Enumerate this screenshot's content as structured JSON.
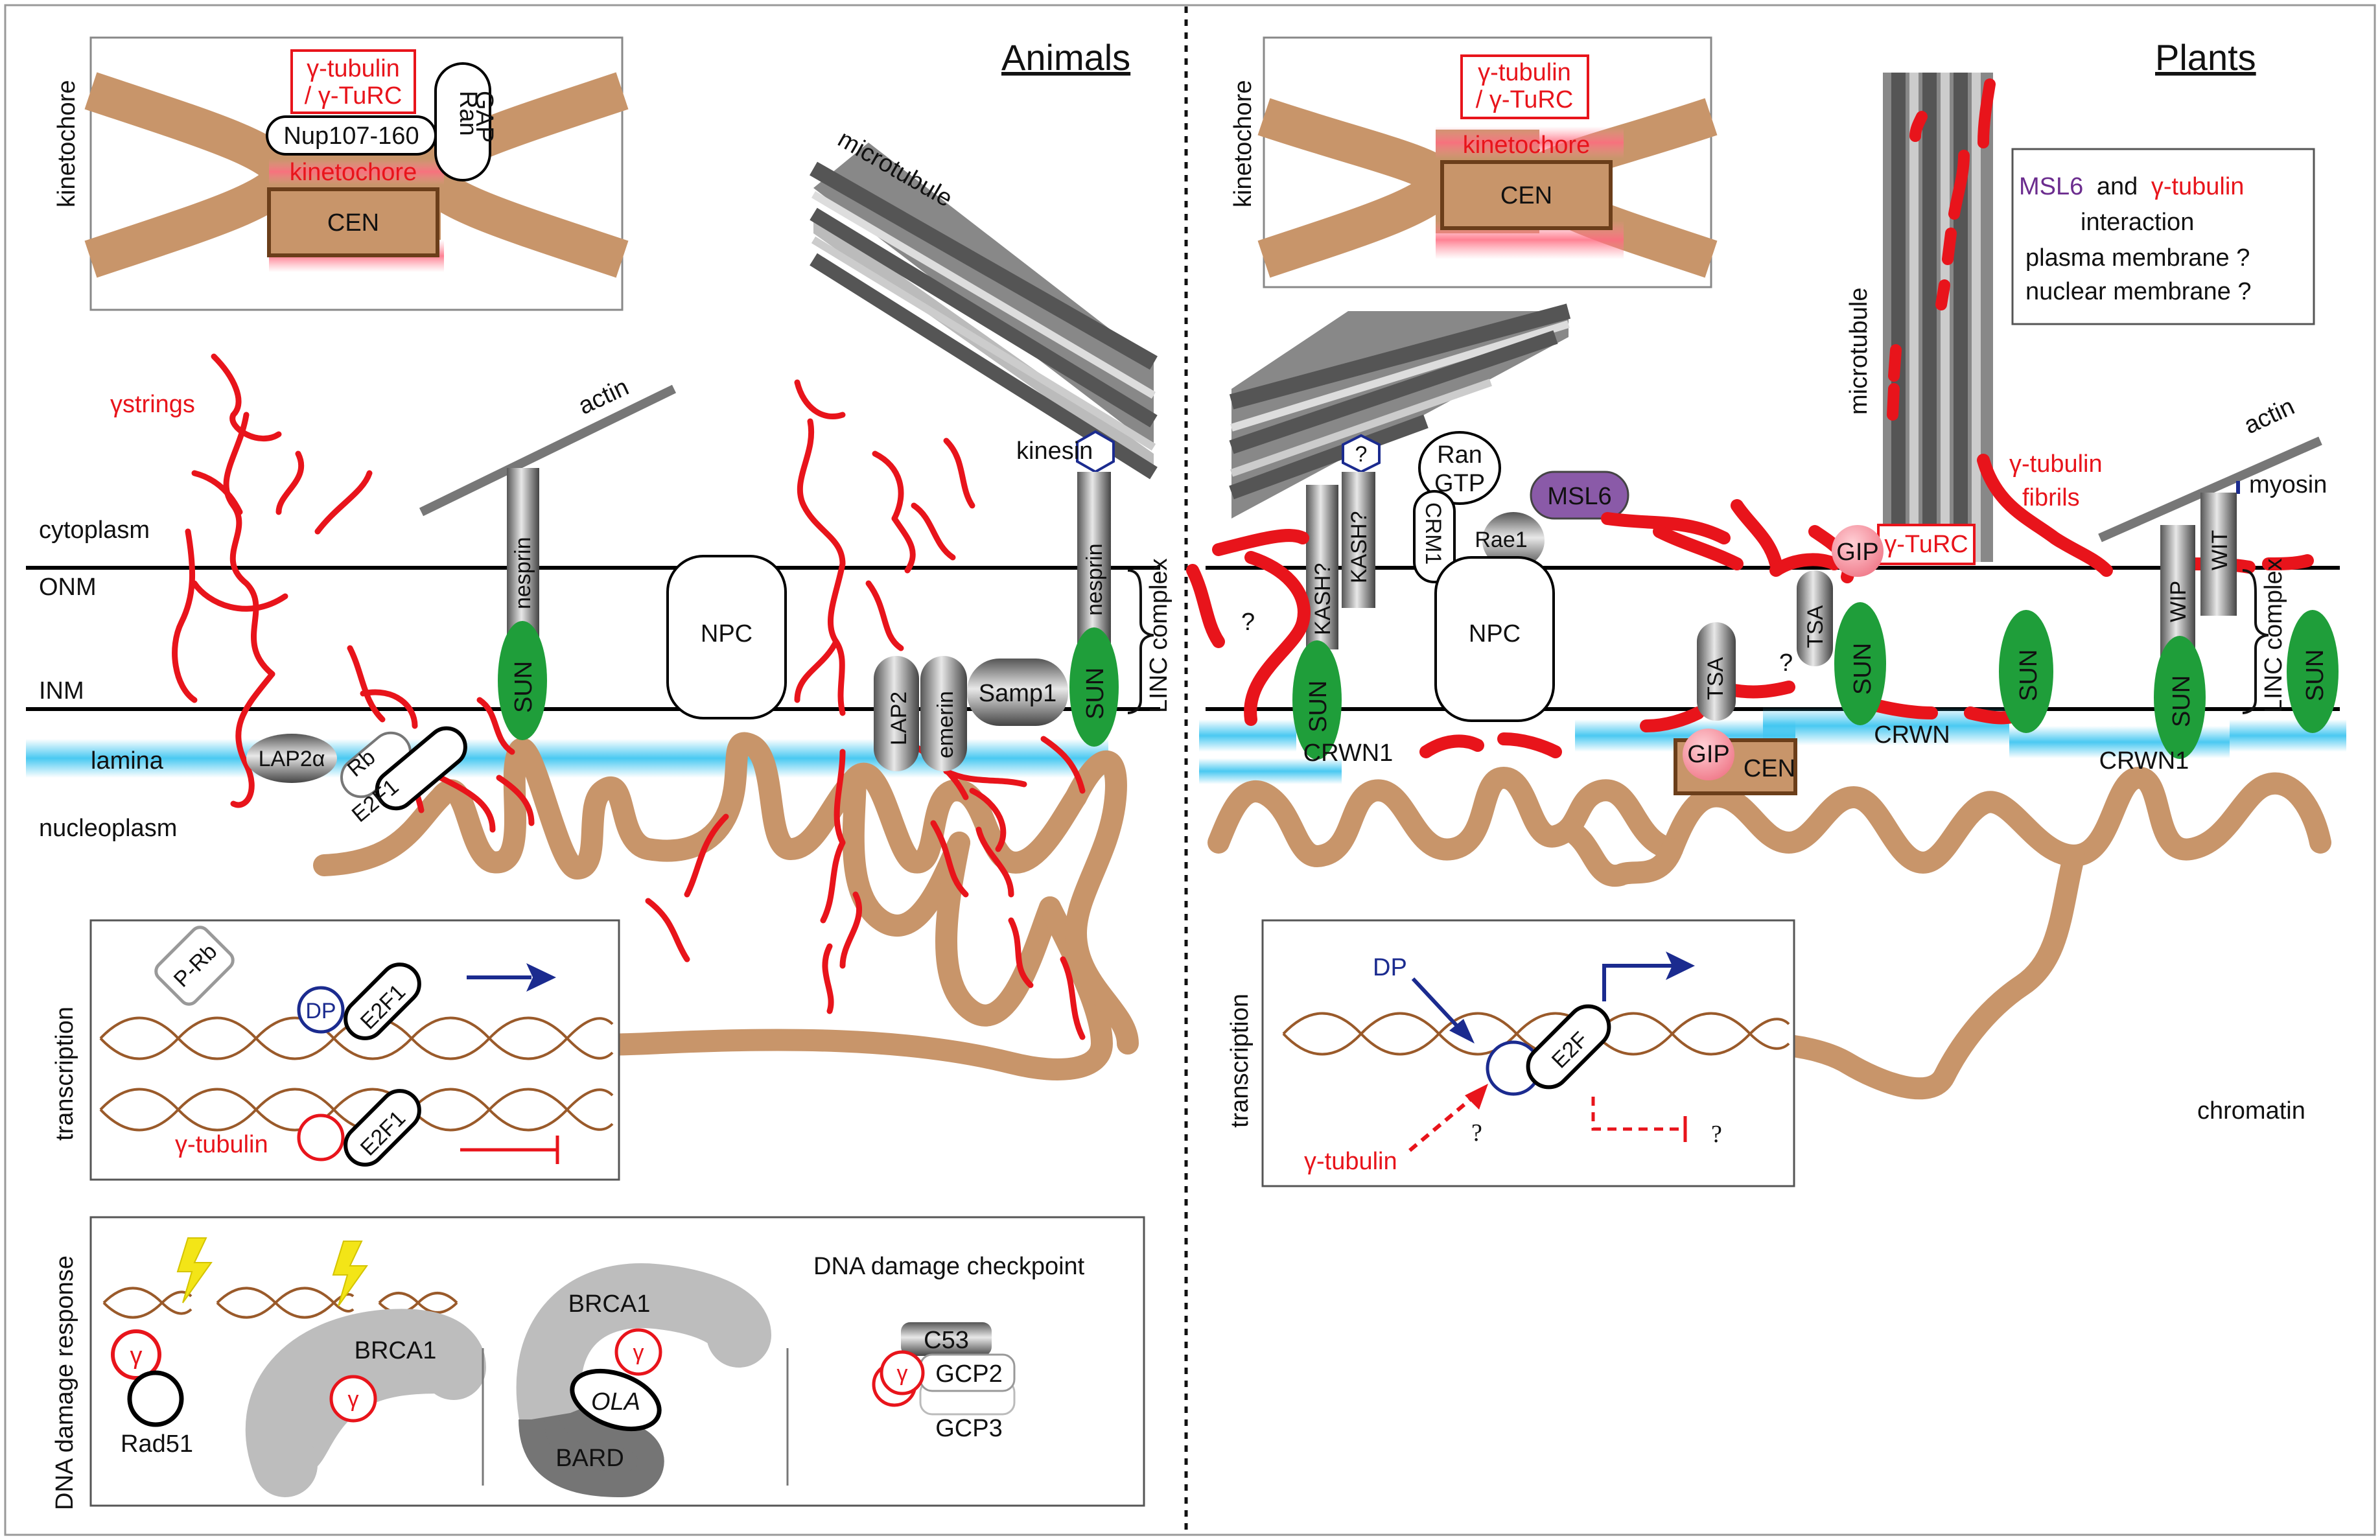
{
  "panels": {
    "animals_title": "Animals",
    "plants_title": "Plants"
  },
  "side_labels": {
    "kinetochore_left": "kinetochore",
    "kinetochore_right": "kinetochore",
    "transcription_left": "transcription",
    "transcription_right": "transcription",
    "dna_damage": "DNA damage response"
  },
  "layers": {
    "cytoplasm": "cytoplasm",
    "onm": "ONM",
    "inm": "INM",
    "lamina": "lamina",
    "nucleoplasm": "nucleoplasm",
    "chromatin": "chromatin"
  },
  "animals": {
    "gamma_tubulin_line1": "γ-tubulin",
    "gamma_tubulin_line2": "/ γ-TuRC",
    "nup": "Nup107-160",
    "rangap_line1": "Ran",
    "rangap_line2": "GAP",
    "kinetochore": "kinetochore",
    "cen": "CEN",
    "gamma_strings": "γstrings",
    "actin": "actin",
    "nesprin_1": "nesprin",
    "nesprin_2": "nesprin",
    "sun_1": "SUN",
    "sun_2": "SUN",
    "npc": "NPC",
    "microtubule": "microtubule",
    "kinesin": "kinesin",
    "linc": "LINC complex",
    "lap2a": "LAP2α",
    "rb": "Rb",
    "e2f1": "E2F1",
    "lap2": "LAP2",
    "emerin": "emerin",
    "samp1": "Samp1"
  },
  "plants": {
    "gamma_tubulin_line1": "γ-tubulin",
    "gamma_tubulin_line2": "/ γ-TuRC",
    "kinetochore": "kinetochore",
    "cen": "CEN",
    "msl6_box_msl6": "MSL6",
    "msl6_box_and": "and",
    "msl6_box_gamma": "γ-tubulin",
    "msl6_box_line2": "interaction",
    "msl6_box_line3": "plasma membrane ?",
    "msl6_box_line4": "nuclear membrane ?",
    "microtubule": "microtubule",
    "q_kash": "?",
    "kash_1": "KASH?",
    "kash_2": "KASH?",
    "ran_gtp_line1": "Ran",
    "ran_gtp_line2": "GTP",
    "crm1": "CRM1",
    "rae1": "Rae1",
    "msl6": "MSL6",
    "npc": "NPC",
    "q_left": "?",
    "sun_1": "SUN",
    "crwn1_1": "CRWN1",
    "tsa_1": "TSA",
    "gip_1": "GIP",
    "cen2": "CEN",
    "gip_2": "GIP",
    "gamma_turc": "γ-TuRC",
    "tsa_2": "TSA",
    "q_tsa": "?",
    "sun_2": "SUN",
    "sun_3": "SUN",
    "crwn": "CRWN",
    "gamma_fibrils_line1": "γ-tubulin",
    "gamma_fibrils_line2": "fibrils",
    "actin": "actin",
    "myosin": "myosin",
    "wip": "WIP",
    "wit": "WIT",
    "linc": "LINC complex",
    "sun_4": "SUN",
    "sun_5": "SUN",
    "crwn1_2": "CRWN1"
  },
  "transcription_animals": {
    "p_rb": "P-Rb",
    "dp": "DP",
    "e2f1_1": "E2F1",
    "gamma_tubulin": "γ-tubulin",
    "e2f1_2": "E2F1"
  },
  "transcription_plants": {
    "dp": "DP",
    "e2f": "E2F",
    "gamma_tubulin": "γ-tubulin",
    "q1": "?",
    "q2": "?"
  },
  "dna_damage": {
    "checkpoint": "DNA damage checkpoint",
    "gamma_1": "γ",
    "rad51": "Rad51",
    "brca1_1": "BRCA1",
    "gamma_2": "γ",
    "brca1_2": "BRCA1",
    "gamma_3": "γ",
    "ola": "OLA",
    "bard": "BARD",
    "c53": "C53",
    "gamma_4": "γ",
    "gcp2": "GCP2",
    "gcp3": "GCP3"
  },
  "colors": {
    "chromatin": "#c8956a",
    "gamma_red": "#e8141b",
    "sun_green": "#1f9e3a",
    "lamina_blue": "#36c3f0",
    "dp_blue": "#1b2b8f",
    "msl6_purple": "#8a5aa8"
  }
}
